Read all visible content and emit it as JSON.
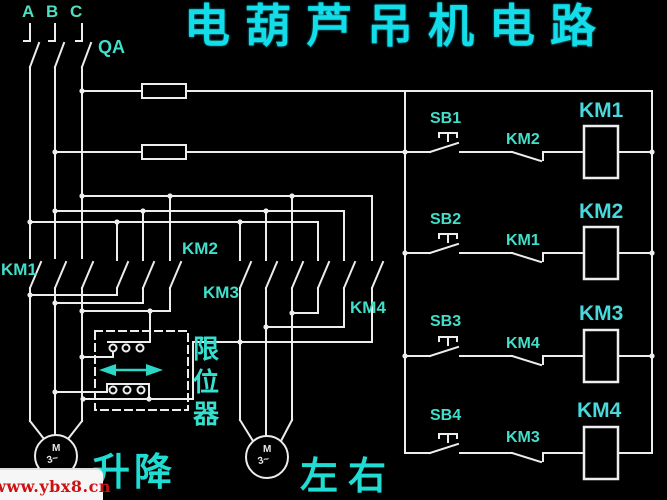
{
  "title": "电葫芦吊机电路",
  "phases": {
    "a": "A",
    "b": "B",
    "c": "C"
  },
  "breaker": "QA",
  "ladder": {
    "rows": [
      {
        "button": "SB1",
        "interlock": "KM2",
        "coil": "KM1"
      },
      {
        "button": "SB2",
        "interlock": "KM1",
        "coil": "KM2"
      },
      {
        "button": "SB3",
        "interlock": "KM4",
        "coil": "KM3"
      },
      {
        "button": "SB4",
        "interlock": "KM3",
        "coil": "KM4"
      }
    ]
  },
  "banks": {
    "km1": "KM1",
    "km2": "KM2",
    "km3": "KM3",
    "km4": "KM4"
  },
  "limit": {
    "char1": "限",
    "char2": "位",
    "char3": "器"
  },
  "motors": {
    "hoist": {
      "symbol": "M",
      "phase": "3~",
      "caption": "升降"
    },
    "trolley": {
      "symbol": "M",
      "phase": "3~",
      "caption": "左右"
    }
  },
  "watermark": "www.ybx8.cn",
  "colors": {
    "line": "#ededed",
    "label": "#41dfca",
    "title": "#12dde9",
    "arrow": "#2bd8c8",
    "watermark_text": "#cc1111"
  }
}
